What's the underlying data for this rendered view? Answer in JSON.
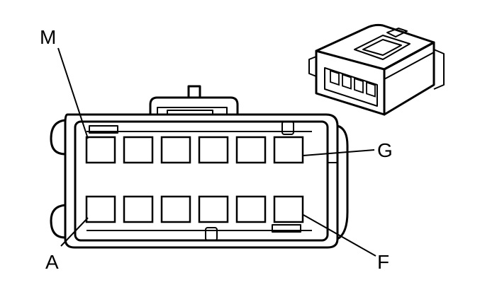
{
  "diagram": {
    "labels": {
      "top_left": "M",
      "top_right": "G",
      "bottom_left": "A",
      "bottom_right": "F"
    },
    "cavity_rows": 2,
    "cavities_per_row": 6
  }
}
